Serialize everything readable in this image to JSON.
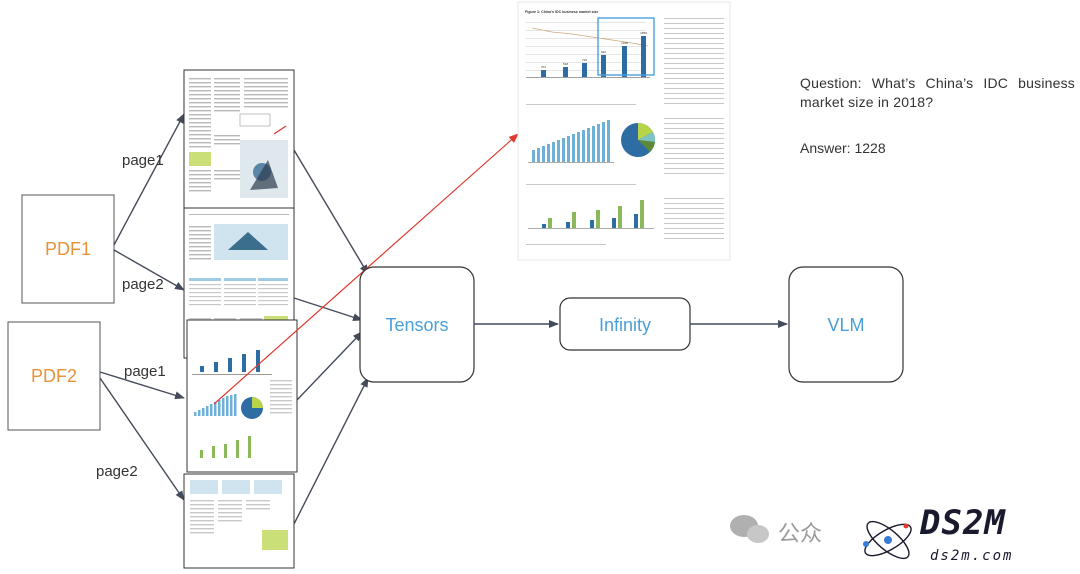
{
  "nodes": {
    "pdf1": "PDF1",
    "pdf2": "PDF2",
    "tensors": "Tensors",
    "infinity": "Infinity",
    "vlm": "VLM"
  },
  "edge_labels": {
    "pdf1_page1": "page1",
    "pdf1_page2": "page2",
    "pdf2_page1": "page1",
    "pdf2_page2": "page2"
  },
  "qa": {
    "question": "Question: What’s China’s IDC business market size in 2018?",
    "answer": "Answer: 1228"
  },
  "preview_chart": {
    "title": "Figure 1: China's IDC business market size",
    "bar_labels": [
      "372",
      "518",
      "716",
      "946",
      "1228",
      "1559"
    ]
  },
  "watermark": {
    "account": "公众",
    "brand": "DS2M",
    "brand_sub": "ds2m.com"
  },
  "colors": {
    "pdf_label": "#e8923a",
    "node_label": "#4a9fd8",
    "arrow": "#444b5a",
    "highlight": "#e03a2e",
    "chart_bar": "#2e6da4",
    "chart_box": "#4aa3df"
  }
}
